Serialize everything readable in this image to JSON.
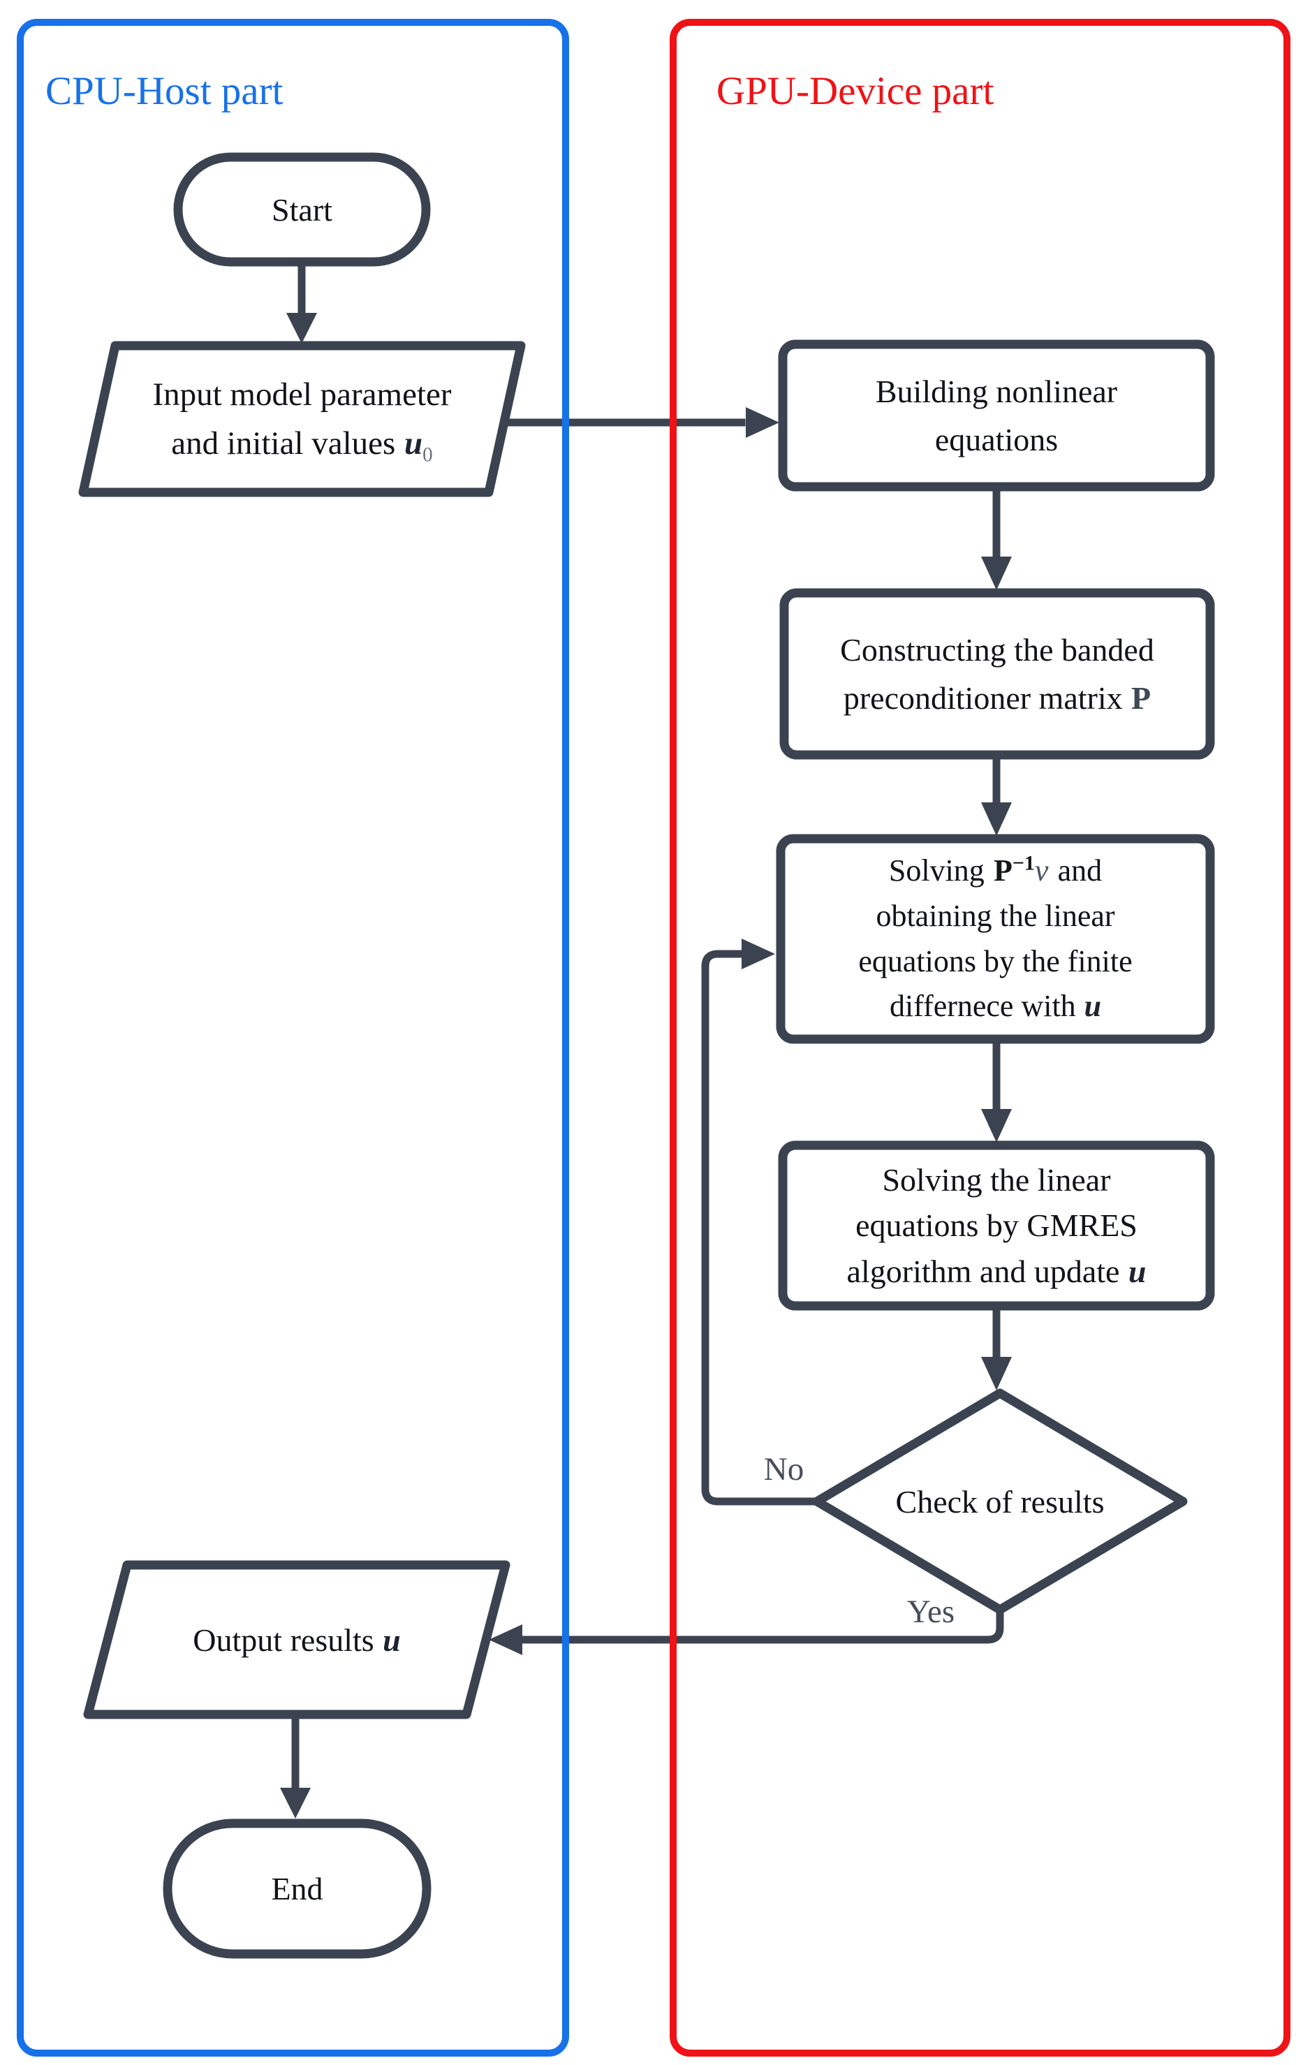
{
  "regions": {
    "cpu": {
      "title": "CPU-Host part",
      "border_color": "#1771e9"
    },
    "gpu": {
      "title": "GPU-Device part",
      "border_color": "#ef1216"
    }
  },
  "nodes": {
    "start": {
      "label": "Start"
    },
    "input": {
      "line1": "Input model parameter",
      "line2": "and initial values",
      "var": "u",
      "var_sub": "0"
    },
    "build": {
      "line1": "Building nonlinear",
      "line2": "equations"
    },
    "precond": {
      "line1": "Constructing the banded",
      "line2": "preconditioner matrix",
      "matrix": "P"
    },
    "solve": {
      "word1": "Solving",
      "matrix": "P",
      "sup": "−1",
      "vec": "v",
      "word2": "and",
      "line2": "obtaining the linear",
      "line3": "equations by the finite",
      "line4": "differnece with",
      "var": "u"
    },
    "gmres": {
      "line1": "Solving the linear",
      "line2": "equations by GMRES",
      "line3": "algorithm and update",
      "var": "u"
    },
    "check": {
      "label": "Check of results"
    },
    "output": {
      "label": "Output results",
      "var": "u"
    },
    "end": {
      "label": "End"
    }
  },
  "edges": {
    "no_label": "No",
    "yes_label": "Yes"
  },
  "colors": {
    "stroke": "#3b4351",
    "cpu": "#1771e9",
    "gpu": "#ef1216",
    "text": "#111318",
    "muted": "#474e5a",
    "formula": "#4a5463"
  }
}
